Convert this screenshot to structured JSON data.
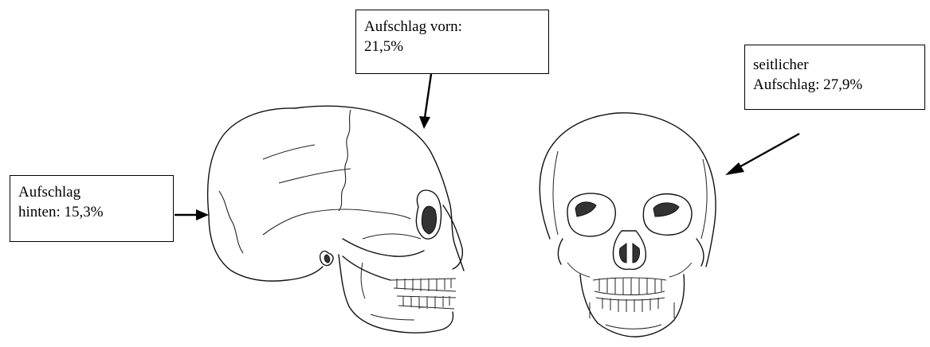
{
  "labels": {
    "front": {
      "line1": "Aufschlag vorn:",
      "line2": "21,5%"
    },
    "back": {
      "line1": "Aufschlag",
      "line2": "hinten: 15,3%"
    },
    "side": {
      "line1": "seitlicher",
      "line2": "Aufschlag: 27,9%"
    }
  },
  "colors": {
    "line": "#111111",
    "background": "#ffffff"
  }
}
